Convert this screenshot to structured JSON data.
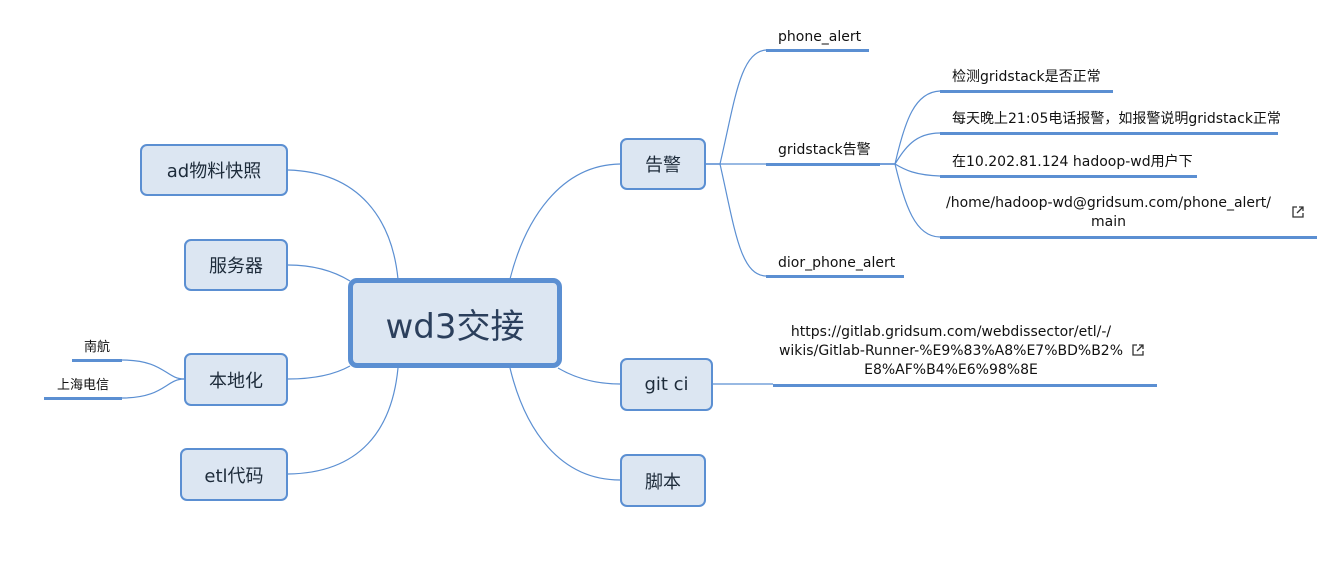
{
  "root": {
    "label": "wd3交接"
  },
  "left_nodes": [
    {
      "label": "ad物料快照"
    },
    {
      "label": "服务器"
    },
    {
      "label": "本地化",
      "children": [
        "南航",
        "上海电信"
      ]
    },
    {
      "label": "etl代码"
    }
  ],
  "right_nodes": {
    "alert": {
      "label": "告警",
      "children": {
        "phone_alert": "phone_alert",
        "gridstack": {
          "label": "gridstack告警",
          "children": [
            "检测gridstack是否正常",
            "每天晚上21:05电话报警，如报警说明gridstack正常",
            "在10.202.81.124 hadoop-wd用户下",
            {
              "line1": "/home/hadoop-wd@gridsum.com/phone_alert/",
              "line2": "main"
            }
          ]
        },
        "dior_phone_alert": "dior_phone_alert"
      }
    },
    "git_ci": {
      "label": "git ci",
      "link": {
        "line1": "https://gitlab.gridsum.com/webdissector/etl/-/",
        "line2": "wikis/Gitlab-Runner-%E9%83%A8%E7%BD%B2%",
        "line3": "E8%AF%B4%E6%98%8E"
      }
    },
    "script": {
      "label": "脚本"
    }
  },
  "colors": {
    "node_fill": "#dce6f2",
    "node_border": "#5b8fd2",
    "connector": "#5b8fd2"
  }
}
